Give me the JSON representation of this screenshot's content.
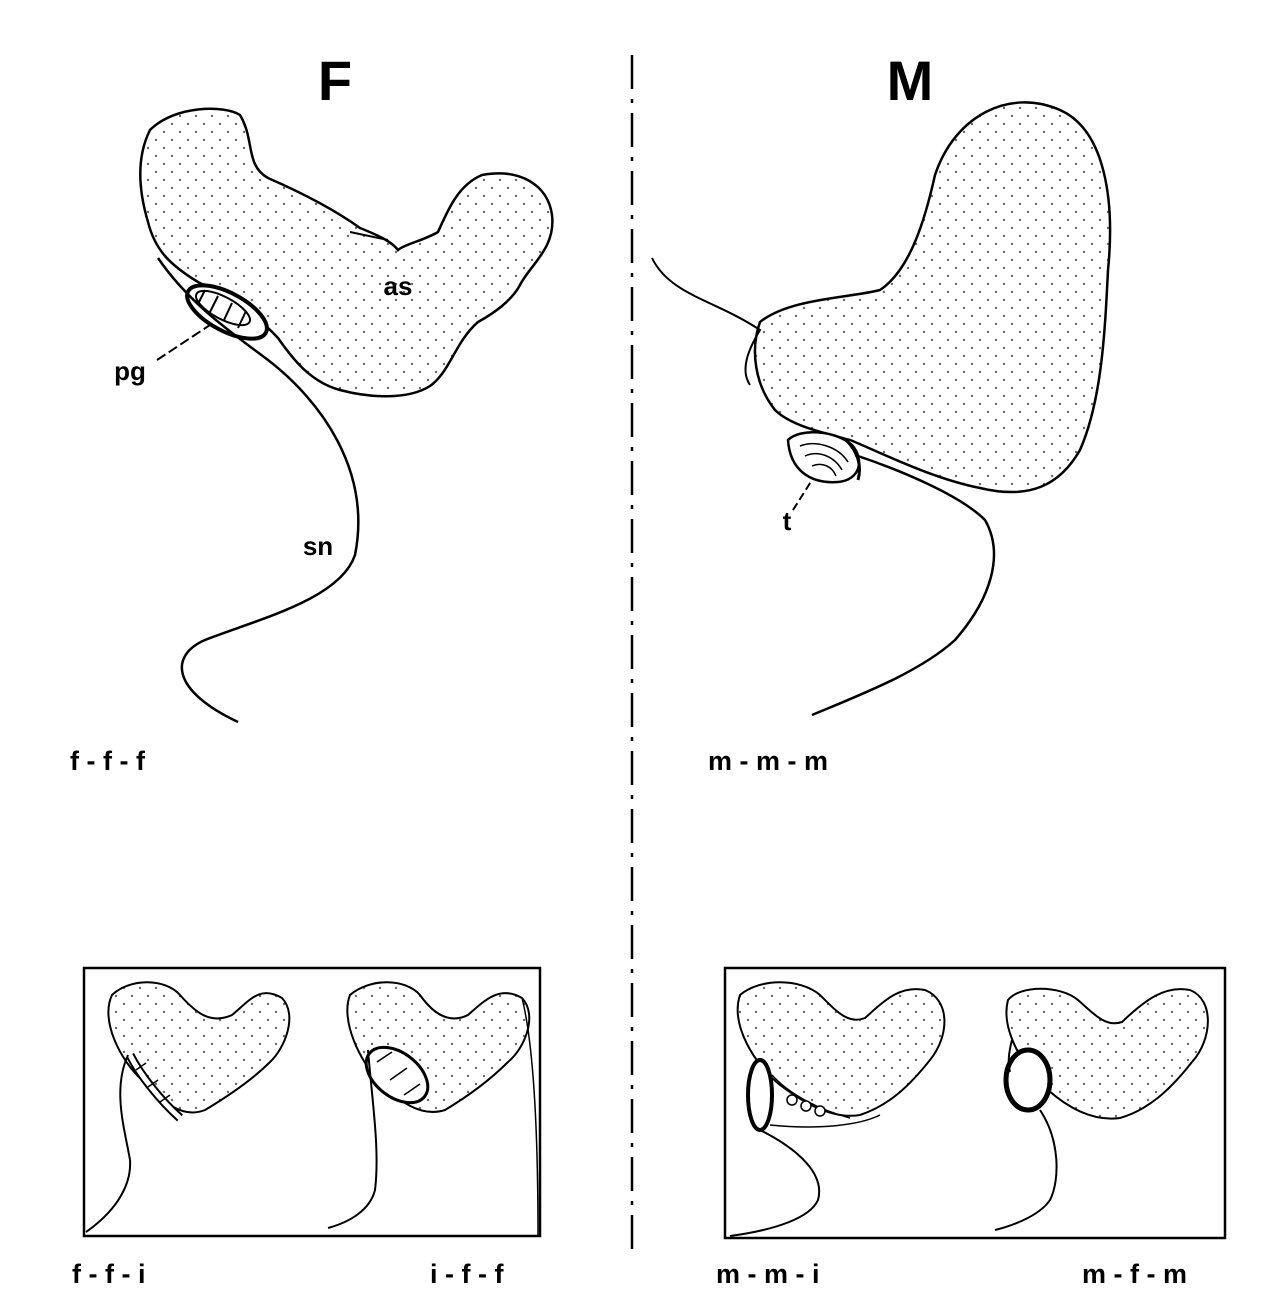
{
  "panels": {
    "left_heading": "F",
    "right_heading": "M"
  },
  "labels": {
    "as": "as",
    "pg": "pg",
    "sn": "sn",
    "t": "t"
  },
  "captions": {
    "fff": "f - f - f",
    "mmm": "m - m - m",
    "ffi": "f - f - i",
    "iff": "i - f - f",
    "mmi": "m - m - i",
    "mfm": "m - f - m"
  },
  "colors": {
    "ink": "#000000",
    "paper": "#ffffff",
    "stipple": "#6a6a6a"
  }
}
